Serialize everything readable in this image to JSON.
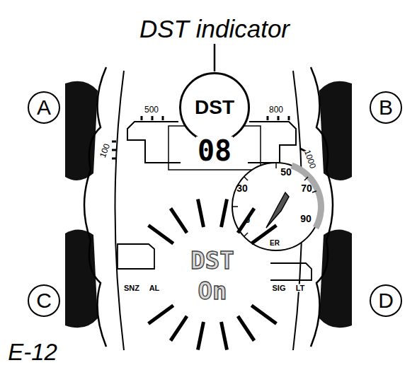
{
  "diagram": {
    "nodes": [
      {
        "text": [
          "DST"
        ]
      },
      {
        "text": [
          "A"
        ]
      },
      {
        "text": [
          "B"
        ]
      },
      {
        "text": [
          "C"
        ]
      },
      {
        "text": [
          "D"
        ]
      }
    ],
    "labels": [
      "DST indicator",
      "500",
      "800",
      "100",
      "1000",
      "08",
      "50",
      "30",
      "70",
      "90",
      "J",
      "ER",
      "DST",
      "On",
      "SNZ",
      "AL",
      "SIG",
      "LT",
      "E-12"
    ]
  }
}
